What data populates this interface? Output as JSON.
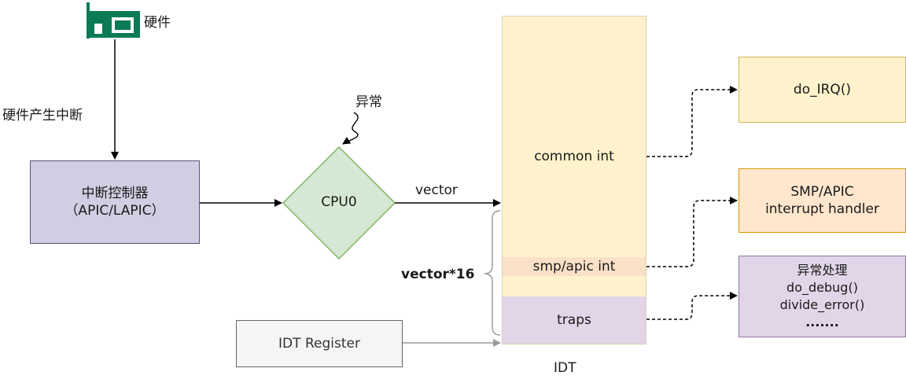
{
  "hardware": {
    "label": "硬件",
    "icon": "network-card-icon",
    "color": "#0b7a57"
  },
  "edges": {
    "hw_to_ctrl": "硬件产生中断",
    "cpu_to_idt": "vector",
    "exception": "异常",
    "brace": "vector*16"
  },
  "controller": {
    "line1": "中断控制器",
    "line2": "（APIC/LAPIC）"
  },
  "cpu": {
    "label": "CPU0"
  },
  "idt_register": {
    "label": "IDT Register"
  },
  "idt": {
    "title": "IDT",
    "common": "common int",
    "smp": "smp/apic int",
    "traps": "traps"
  },
  "handlers": {
    "irq": "do_IRQ()",
    "smp_line1": "SMP/APIC",
    "smp_line2": "interrupt handler",
    "exc_title": "异常处理",
    "exc_line1": "do_debug()",
    "exc_line2": "divide_error()",
    "exc_line3": "......."
  },
  "colors": {
    "controller_fill": "#d0cee2",
    "cpu_fill": "#d5e8d4",
    "cpu_stroke": "#82b366",
    "idt_fill": "#fff2cc",
    "traps_fill": "#e1d5e7",
    "smp_handler_fill": "#ffe6cc"
  }
}
